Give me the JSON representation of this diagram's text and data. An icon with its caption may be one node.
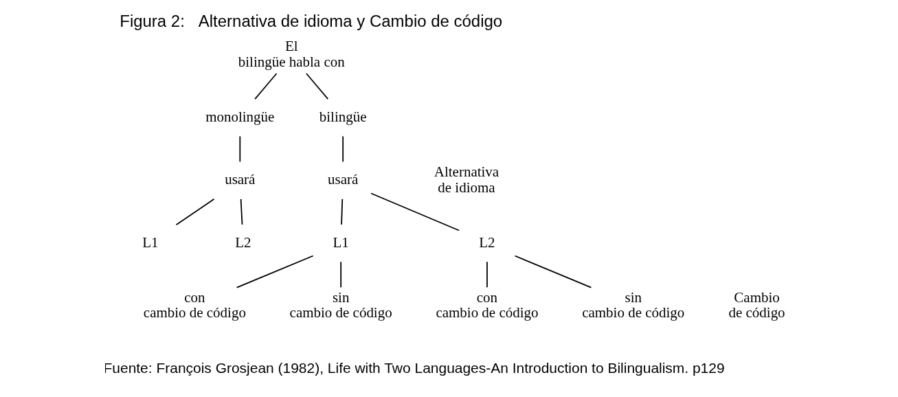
{
  "diagram": {
    "title": "Figura 2:   Alternativa de idioma y Cambio de código",
    "caption": "Fuente: François Grosjean (1982), Life with Two Languages-An Introduction to Bilingualism. p129",
    "nodes": [
      {
        "text": [
          "El bilingüe habla con"
        ]
      },
      {
        "text": [
          "monolingüe"
        ]
      },
      {
        "text": [
          "bilingüe"
        ]
      },
      {
        "text": [
          "usará"
        ]
      },
      {
        "text": [
          "usará"
        ]
      },
      {
        "text": [
          "L1"
        ]
      },
      {
        "text": [
          "L2"
        ]
      },
      {
        "text": [
          "L1"
        ]
      },
      {
        "text": [
          "L2"
        ]
      },
      {
        "text": [
          "con cambio de código"
        ]
      },
      {
        "text": [
          "sin cambio de código"
        ]
      },
      {
        "text": [
          "con cambio de código"
        ]
      },
      {
        "text": [
          "sin cambio de código"
        ]
      }
    ],
    "edges": [
      {
        "from": 0,
        "to": 1,
        "arrow": "none"
      },
      {
        "from": 0,
        "to": 2,
        "arrow": "none"
      },
      {
        "from": 1,
        "to": 3,
        "arrow": "none"
      },
      {
        "from": 2,
        "to": 4,
        "arrow": "none"
      },
      {
        "from": 3,
        "to": 5,
        "arrow": "none"
      },
      {
        "from": 3,
        "to": 6,
        "arrow": "none"
      },
      {
        "from": 4,
        "to": 7,
        "arrow": "none"
      },
      {
        "from": 4,
        "to": 8,
        "arrow": "none"
      },
      {
        "from": 7,
        "to": 9,
        "arrow": "none"
      },
      {
        "from": 7,
        "to": 10,
        "arrow": "none"
      },
      {
        "from": 8,
        "to": 11,
        "arrow": "none"
      },
      {
        "from": 8,
        "to": 12,
        "arrow": "none"
      }
    ],
    "labels": [
      "Alternativa de idioma",
      "Cambio de código"
    ]
  }
}
